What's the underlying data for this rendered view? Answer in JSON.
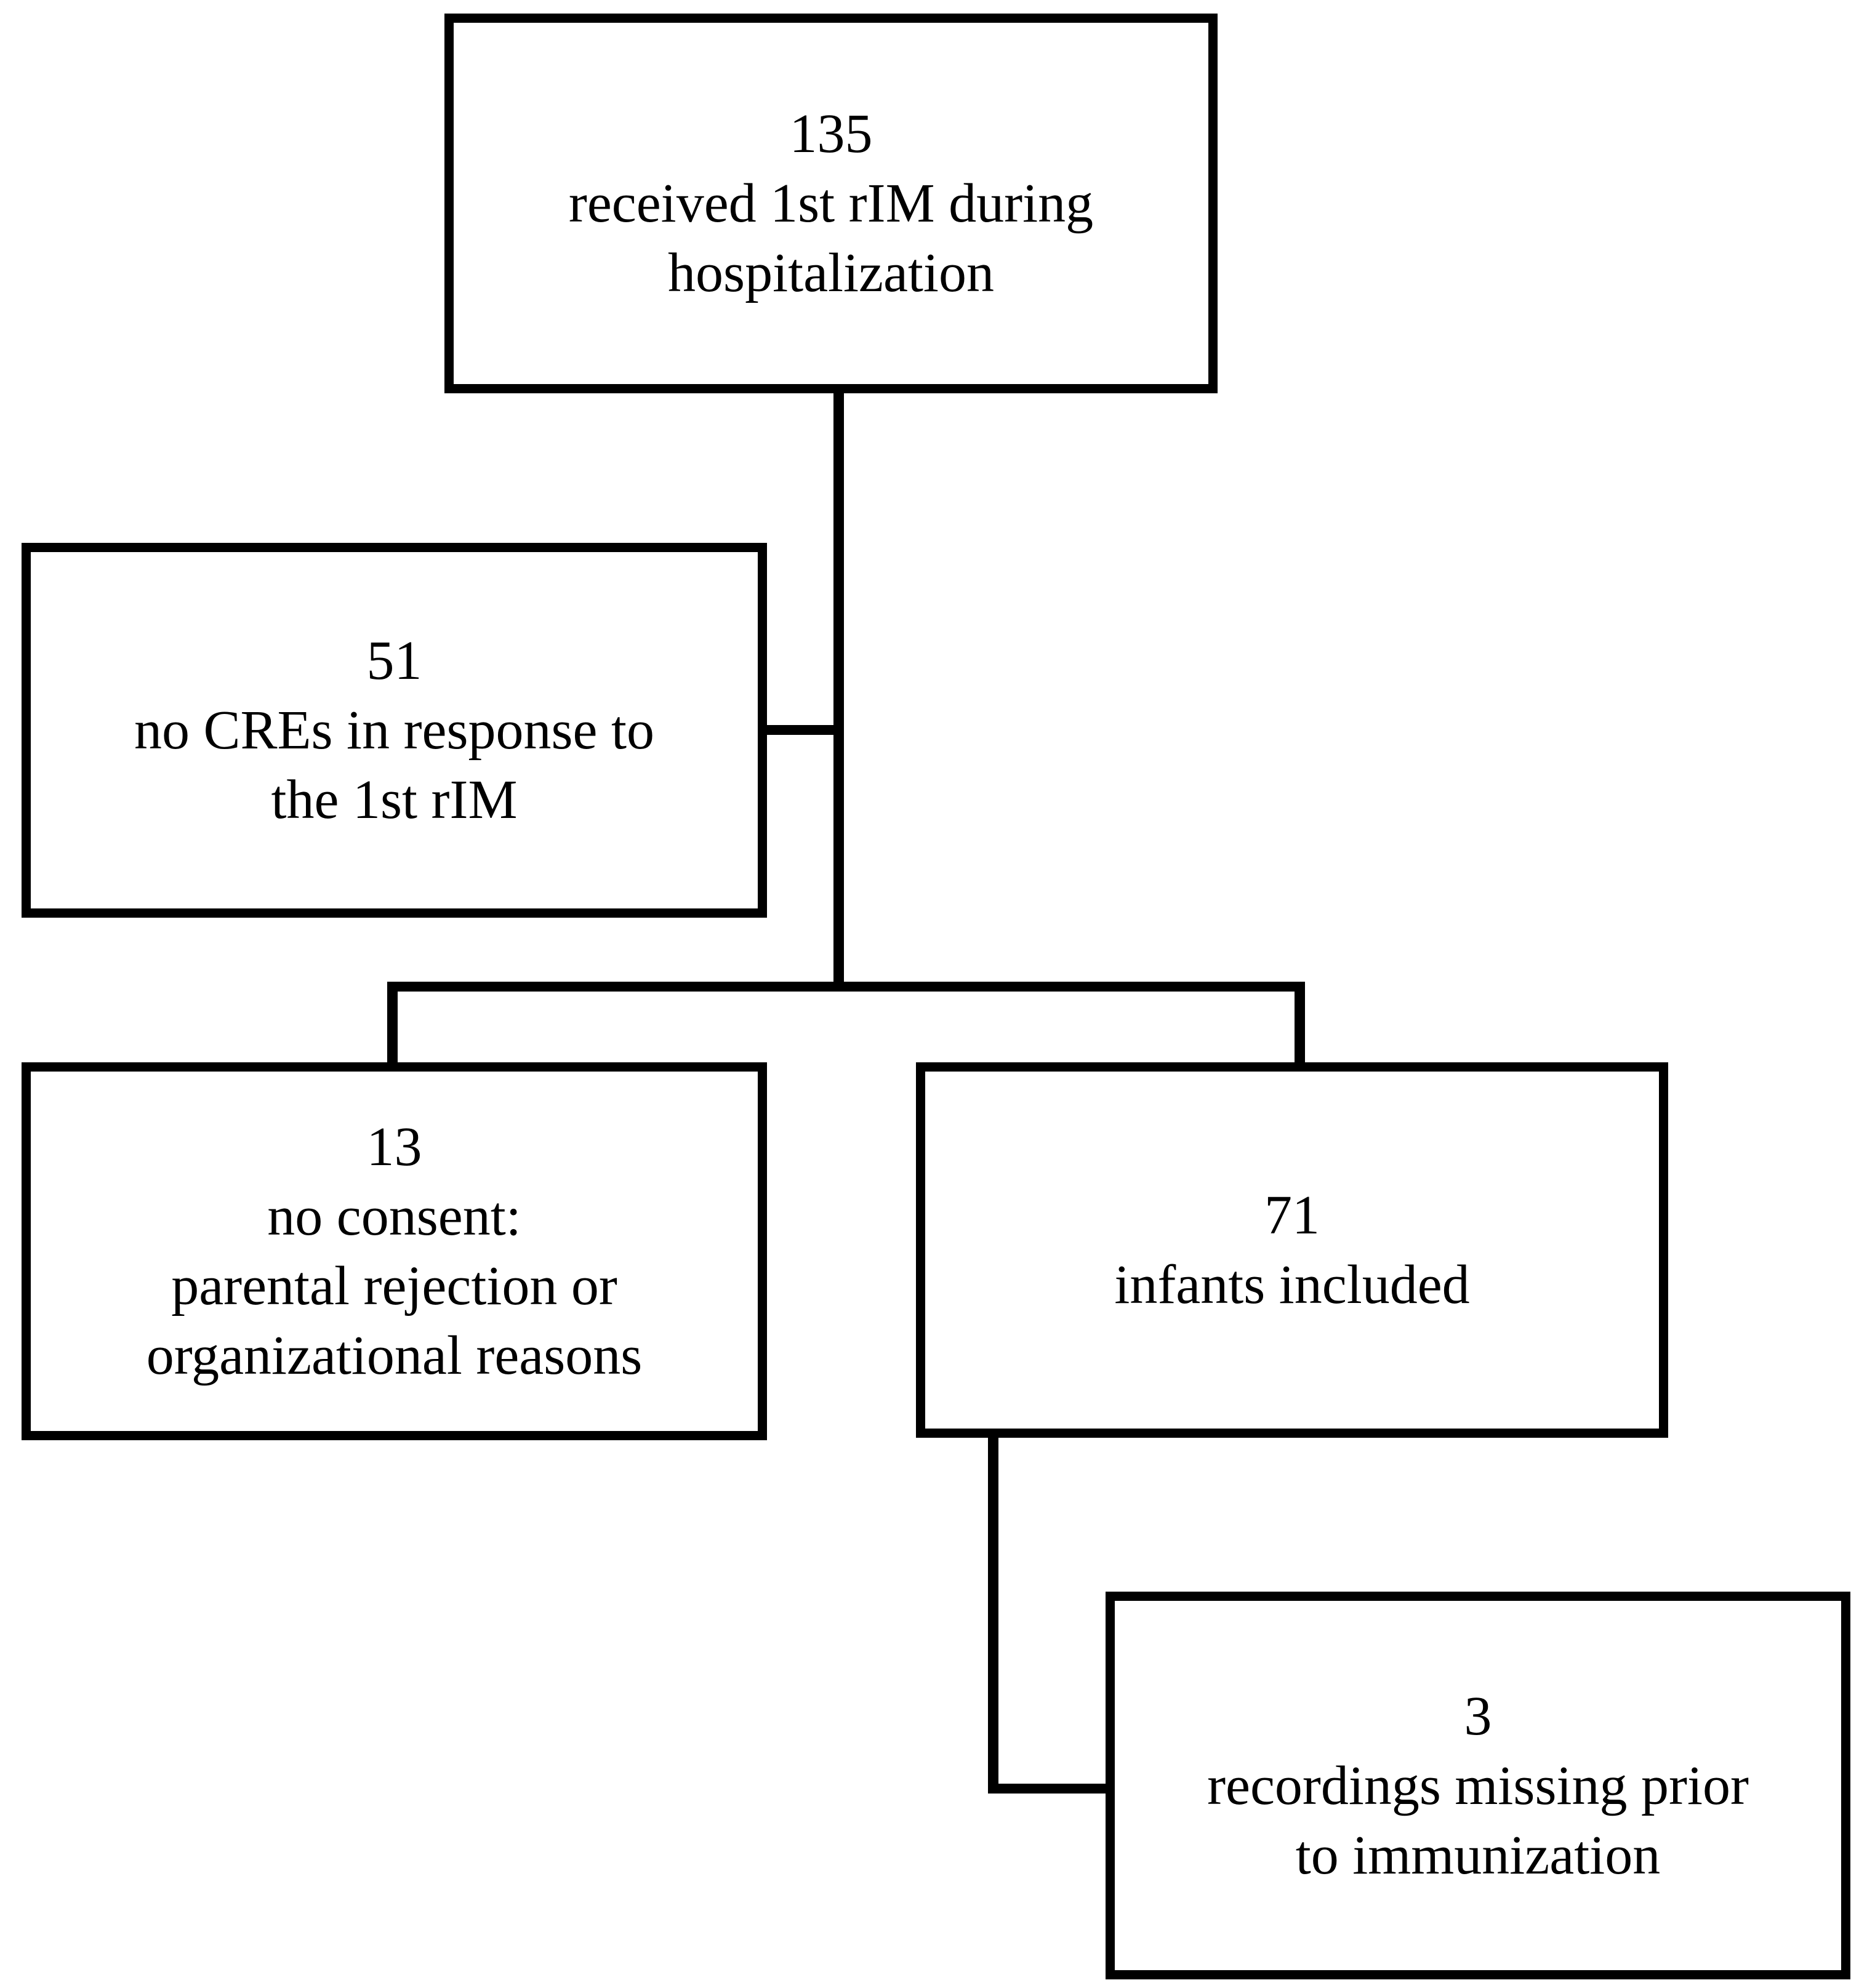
{
  "figure": {
    "type": "flowchart",
    "background_color": "#ffffff",
    "line_color": "#000000",
    "text_color": "#000000",
    "boxes": {
      "received": {
        "value": "135",
        "lines": [
          "received 1st rIM during",
          "hospitalization"
        ]
      },
      "no_cres": {
        "value": "51",
        "lines": [
          "no CREs in response to",
          "the 1st rIM"
        ]
      },
      "no_consent": {
        "value": "13",
        "lines": [
          "no consent:",
          "parental rejection or",
          "organizational reasons"
        ]
      },
      "included": {
        "value": "71",
        "lines": [
          "infants included"
        ]
      },
      "missing": {
        "value": "3",
        "lines": [
          "recordings missing prior",
          "to immunization"
        ]
      }
    }
  }
}
